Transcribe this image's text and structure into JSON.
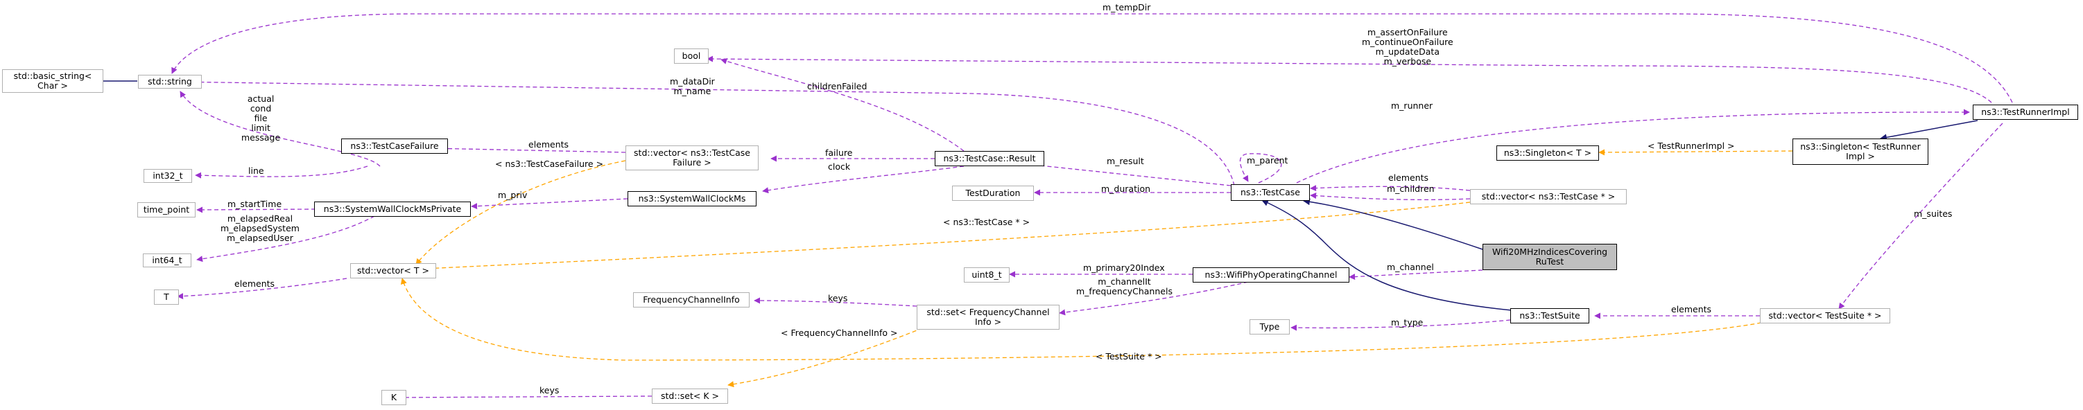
{
  "colors": {
    "association": "#9a32cd",
    "template": "#ffa500",
    "inheritance": "#191970",
    "focus_fill": "#bfbfbf"
  },
  "nodes": {
    "basic_string": [
      "std::basic_string<",
      "Char >"
    ],
    "std_string": [
      "std::string"
    ],
    "bool": [
      "bool"
    ],
    "int32": [
      "int32_t"
    ],
    "time_point": [
      "time_point"
    ],
    "int64": [
      "int64_t"
    ],
    "T": [
      "T"
    ],
    "K": [
      "K"
    ],
    "test_case_failure": [
      "ns3::TestCaseFailure"
    ],
    "sw_clock_private": [
      "ns3::SystemWallClockMsPrivate"
    ],
    "vector_t": [
      "std::vector< T >"
    ],
    "vector_failure": [
      "std::vector< ns3::TestCase",
      "Failure >"
    ],
    "sw_clock": [
      "ns3::SystemWallClockMs"
    ],
    "result": [
      "ns3::TestCase::Result"
    ],
    "freq_info": [
      "FrequencyChannelInfo"
    ],
    "set_freq": [
      "std::set< FrequencyChannel",
      "Info >"
    ],
    "set_k": [
      "std::set< K >"
    ],
    "test_duration": [
      "TestDuration"
    ],
    "testcase": [
      "ns3::TestCase"
    ],
    "uint8": [
      "uint8_t"
    ],
    "wifi_phy": [
      "ns3::WifiPhyOperatingChannel"
    ],
    "type": [
      "Type"
    ],
    "vector_testcase": [
      "std::vector< ns3::TestCase * >"
    ],
    "focus": [
      "Wifi20MHzIndicesCovering",
      "RuTest"
    ],
    "testsuite": [
      "ns3::TestSuite"
    ],
    "singleton_t": [
      "ns3::Singleton< T >"
    ],
    "singleton_runner": [
      "ns3::Singleton< TestRunner",
      "Impl >"
    ],
    "runner_impl": [
      "ns3::TestRunnerImpl"
    ],
    "vector_suite": [
      "std::vector< TestSuite * >"
    ]
  },
  "edge_labels": {
    "m_tempDir": [
      "m_tempDir"
    ],
    "runner_flags": [
      "m_assertOnFailure",
      "m_continueOnFailure",
      "m_updateData",
      "m_verbose"
    ],
    "datadir": [
      "m_dataDir",
      "m_name"
    ],
    "children_failed": [
      "childrenFailed"
    ],
    "failure_fields": [
      "actual",
      "cond",
      "file",
      "limit",
      "message"
    ],
    "line": [
      "line"
    ],
    "elements_failure": [
      "elements"
    ],
    "failure": [
      "failure"
    ],
    "clock": [
      "clock"
    ],
    "tc_failure_tmpl": [
      "< ns3::TestCaseFailure >"
    ],
    "m_priv": [
      "m_priv"
    ],
    "m_start": [
      "m_startTime"
    ],
    "elapsed": [
      "m_elapsedReal",
      "m_elapsedSystem",
      "m_elapsedUser"
    ],
    "elements_t": [
      "elements"
    ],
    "m_runner": [
      "m_runner"
    ],
    "m_parent": [
      "m_parent"
    ],
    "m_result": [
      "m_result"
    ],
    "m_duration": [
      "m_duration"
    ],
    "elements_tc": [
      "elements"
    ],
    "m_children": [
      "m_children"
    ],
    "tc_tmpl": [
      "< ns3::TestCase * >"
    ],
    "runner_tmpl": [
      "< TestRunnerImpl >"
    ],
    "m_suites": [
      "m_suites"
    ],
    "primary20": [
      "m_primary20Index"
    ],
    "m_channel": [
      "m_channel"
    ],
    "channel_it": [
      "m_channelIt",
      "m_frequencyChannels"
    ],
    "keys_freq": [
      "keys"
    ],
    "freq_tmpl": [
      "< FrequencyChannelInfo >"
    ],
    "keys_k": [
      "keys"
    ],
    "m_type": [
      "m_type"
    ],
    "elements_suite": [
      "elements"
    ],
    "suite_tmpl": [
      "< TestSuite * >"
    ]
  }
}
